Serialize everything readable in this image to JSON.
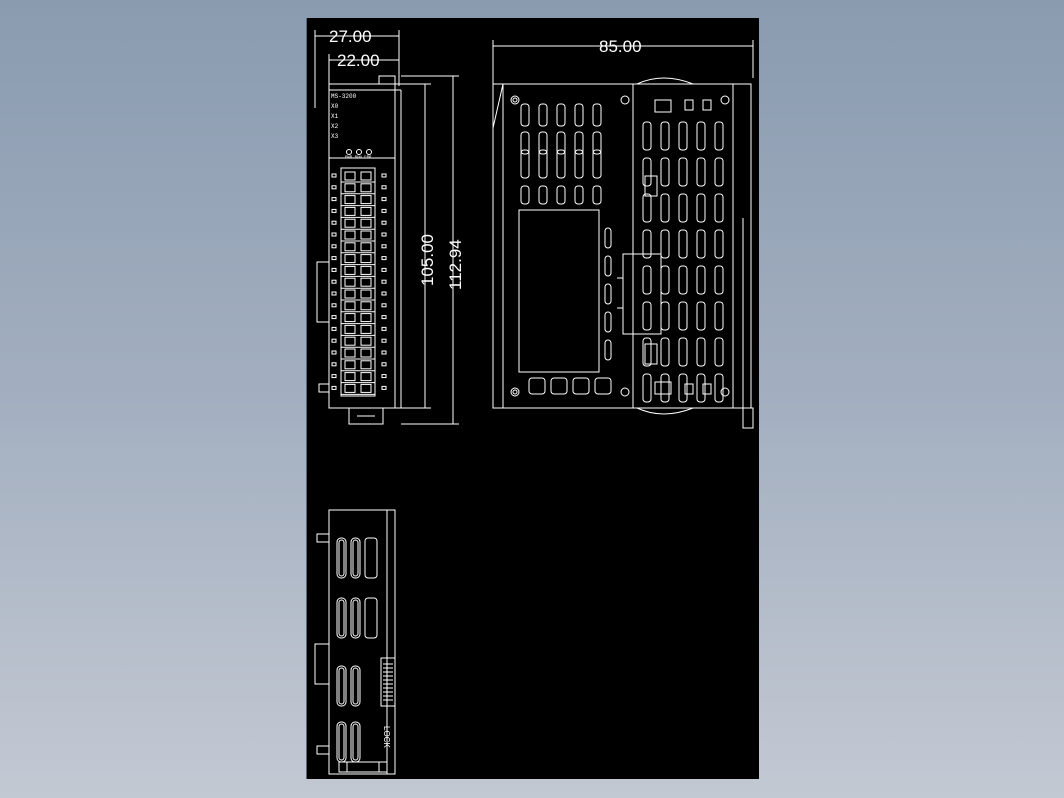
{
  "dimensions": {
    "top_width": "27.00",
    "inner_width": "22.00",
    "front_height": "105.00",
    "total_height": "112.94",
    "side_width": "85.00"
  },
  "front": {
    "model": "MS-3200",
    "labels": [
      "X0",
      "X1",
      "X2",
      "X3"
    ],
    "leds": "PWR RUN ERR"
  },
  "bottom": {
    "lock_label": "LOCK"
  }
}
